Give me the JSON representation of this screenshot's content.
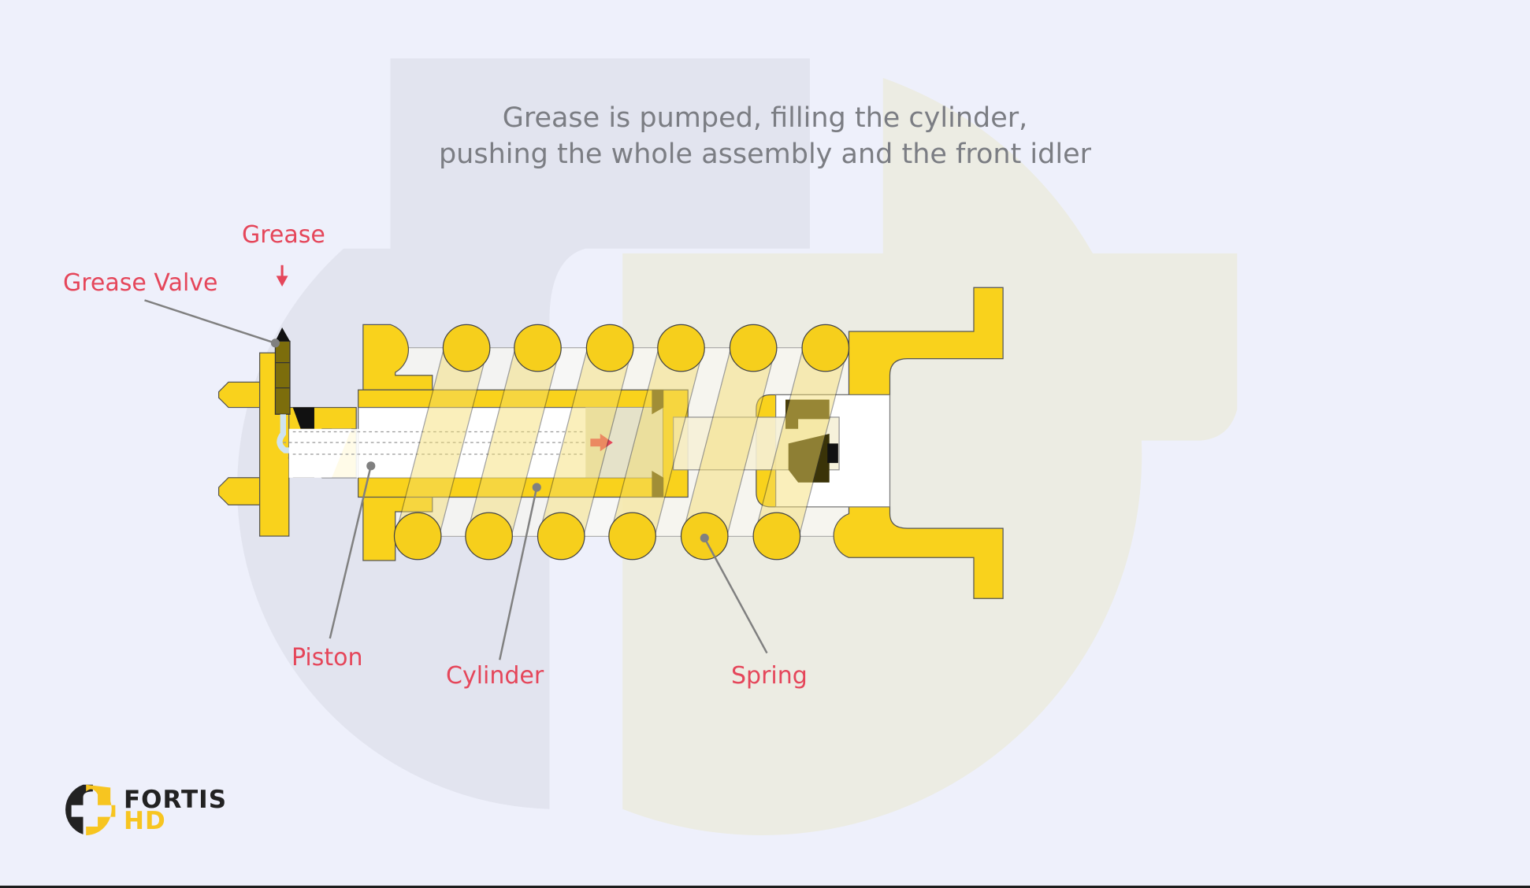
{
  "caption": {
    "line1": "Grease is pumped, filling the cylinder,",
    "line2": "pushing the whole assembly and the front idler"
  },
  "labels": {
    "grease": "Grease",
    "grease_valve": "Grease Valve",
    "piston": "Piston",
    "cylinder": "Cylinder",
    "spring": "Spring"
  },
  "logo": {
    "line1": "FORTIS",
    "line2": "HD"
  },
  "colors": {
    "background": "#eef0fb",
    "part_yellow": "#f9d21c",
    "label_red": "#e5465a",
    "caption_gray": "#7b7d83",
    "logo_dark": "#222222"
  }
}
